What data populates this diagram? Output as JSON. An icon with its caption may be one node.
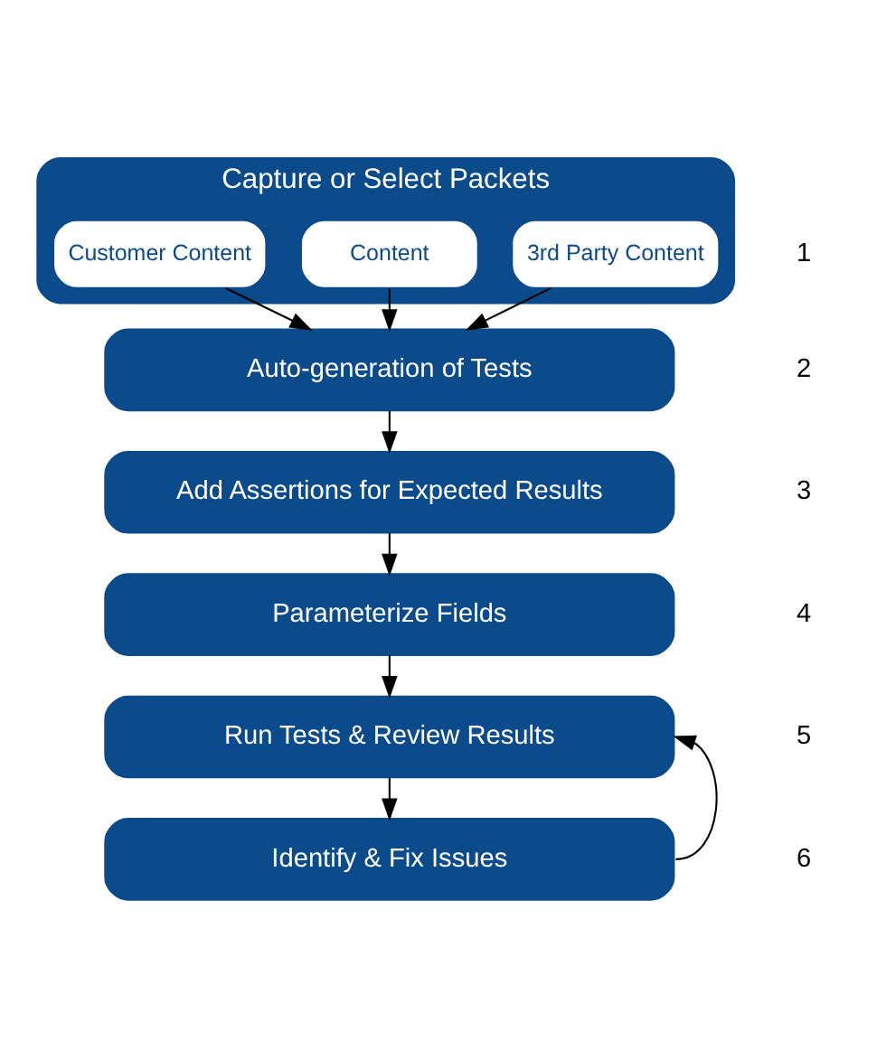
{
  "diagram": {
    "nodes": [
      {
        "text": [
          "Capture or Select Packets"
        ]
      },
      {
        "text": [
          "Customer Content"
        ],
        "in": 0
      },
      {
        "text": [
          "Content"
        ],
        "in": 0
      },
      {
        "text": [
          "3rd Party Content"
        ],
        "in": 0
      },
      {
        "text": [
          "Auto-generation of Tests"
        ]
      },
      {
        "text": [
          "Add Assertions for Expected Results"
        ]
      },
      {
        "text": [
          "Parameterize Fields"
        ]
      },
      {
        "text": [
          "Run Tests & Review Results"
        ]
      },
      {
        "text": [
          "Identify & Fix Issues"
        ]
      }
    ],
    "edges": [
      {
        "from": 1,
        "to": 4,
        "arrow": "to"
      },
      {
        "from": 2,
        "to": 4,
        "arrow": "to"
      },
      {
        "from": 3,
        "to": 4,
        "arrow": "to"
      },
      {
        "from": 4,
        "to": 5,
        "arrow": "to"
      },
      {
        "from": 5,
        "to": 6,
        "arrow": "to"
      },
      {
        "from": 6,
        "to": 7,
        "arrow": "to"
      },
      {
        "from": 7,
        "to": 8,
        "arrow": "to"
      },
      {
        "from": 8,
        "to": 7,
        "arrow": "to"
      }
    ],
    "labels": [
      "1",
      "2",
      "3",
      "4",
      "5",
      "6"
    ]
  }
}
